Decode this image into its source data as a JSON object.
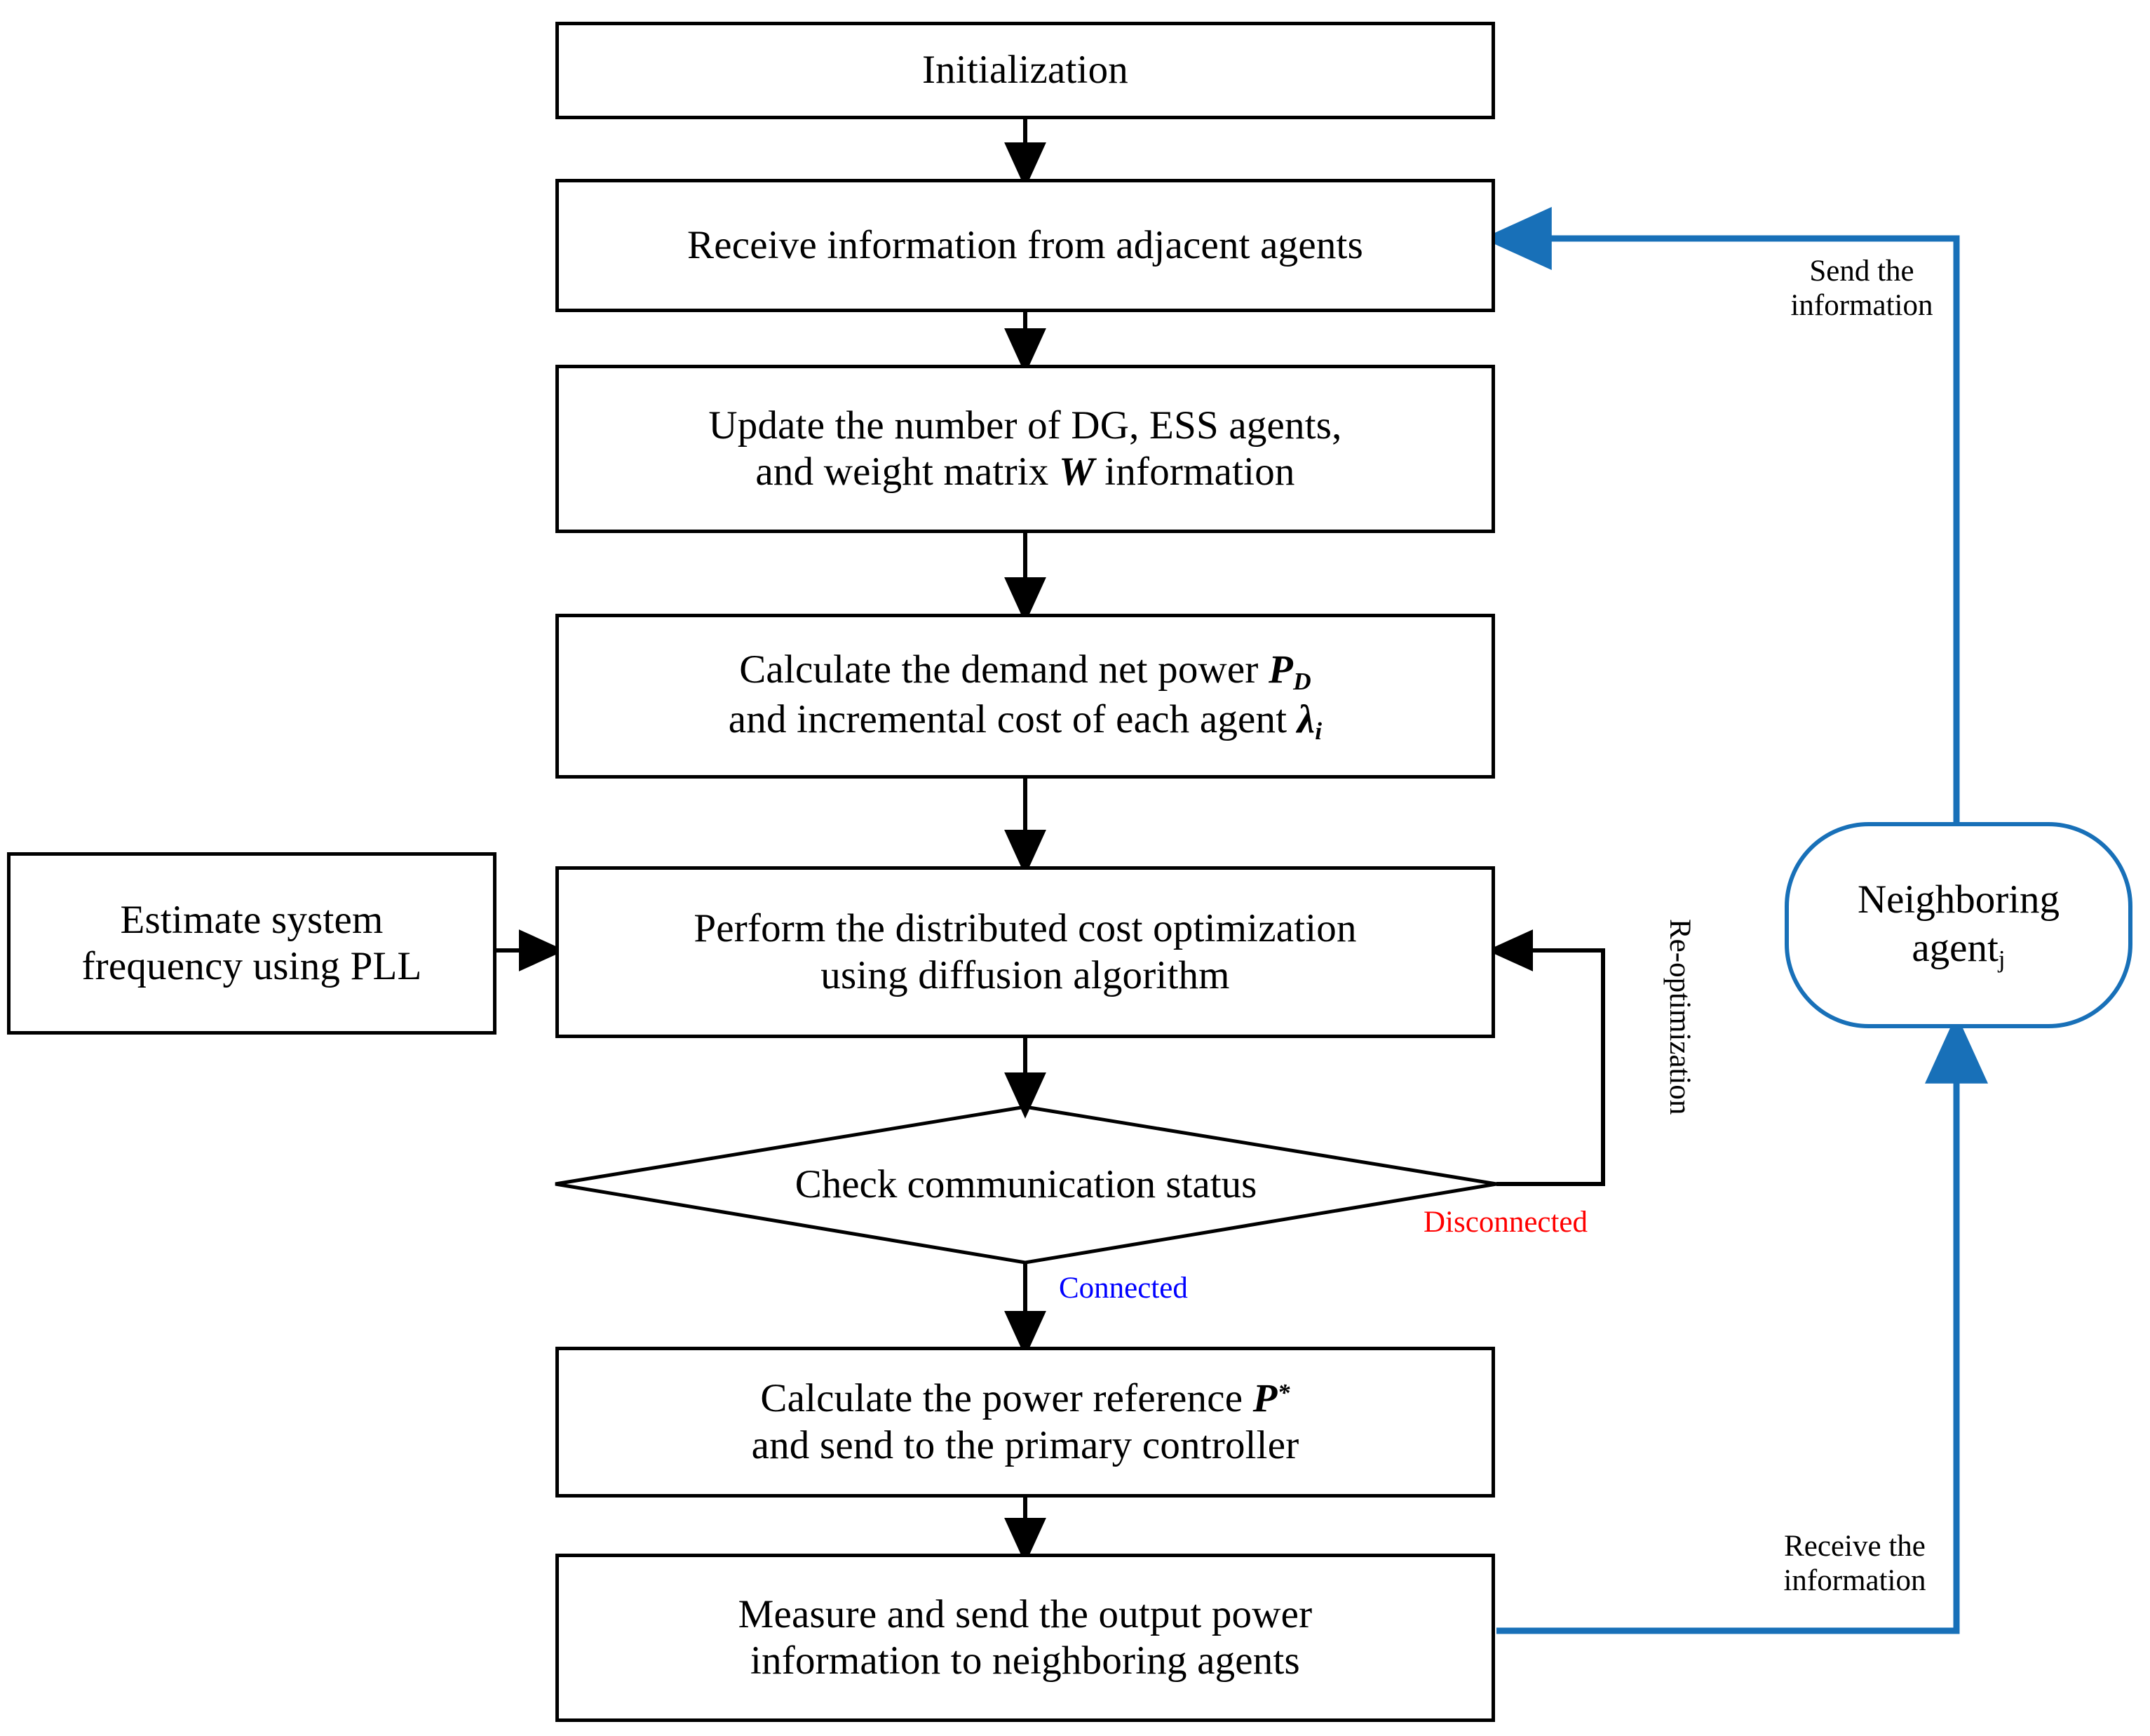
{
  "diagram": {
    "title": "Distributed agent control flowchart",
    "colors": {
      "line": "#000000",
      "accent_blue": "#1870b8",
      "label_blue": "#0000ff",
      "label_red": "#ff0000",
      "background": "#ffffff"
    }
  },
  "nodes": {
    "initialization": {
      "label": "Initialization"
    },
    "receive_info": {
      "label": "Receive information from adjacent agents"
    },
    "update_info": {
      "line1": "Update the number of DG, ESS agents,",
      "line2_pre": "and weight matrix ",
      "line2_sym": "W",
      "line2_post": " information"
    },
    "calculate_demand": {
      "line1_pre": "Calculate the demand net power ",
      "line1_sym": "P",
      "line1_sub": "D",
      "line2_pre": "and incremental cost of each agent ",
      "line2_sym": "λ",
      "line2_sub": "i"
    },
    "estimate_frequency": {
      "line1": "Estimate system",
      "line2": "frequency using PLL"
    },
    "perform_optimization": {
      "line1": "Perform the distributed cost optimization",
      "line2": "using diffusion algorithm"
    },
    "check_communication": {
      "label": "Check communication status"
    },
    "calculate_power_reference": {
      "line1_pre": "Calculate the power reference ",
      "line1_sym": "P",
      "line1_sup": "*",
      "line2": "and send to the primary controller"
    },
    "measure_send": {
      "line1": "Measure and send the output power",
      "line2": "information to neighboring agents"
    },
    "neighboring_agent": {
      "line1": "Neighboring",
      "line2_pre": "agent",
      "line2_sub": "j"
    }
  },
  "edge_labels": {
    "send_information": {
      "line1": "Send the",
      "line2": "information"
    },
    "receive_information": {
      "line1": "Receive the",
      "line2": "information"
    },
    "disconnected": {
      "label": "Disconnected",
      "color": "#ff0000"
    },
    "connected": {
      "label": "Connected",
      "color": "#0000ff"
    },
    "re_optimization": {
      "label": "Re-optimization"
    }
  }
}
